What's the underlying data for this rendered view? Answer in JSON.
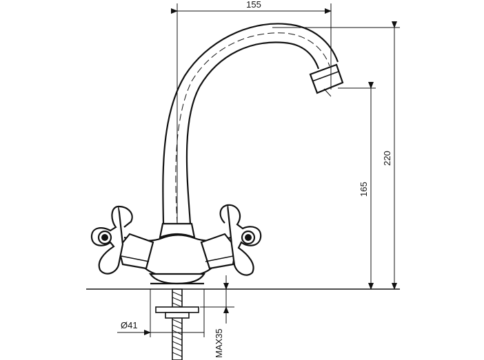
{
  "dimensions": {
    "width_spout": "155",
    "height_total": "220",
    "height_outlet": "165",
    "diameter_base": "Ø41",
    "max_thickness": "MAX35"
  }
}
